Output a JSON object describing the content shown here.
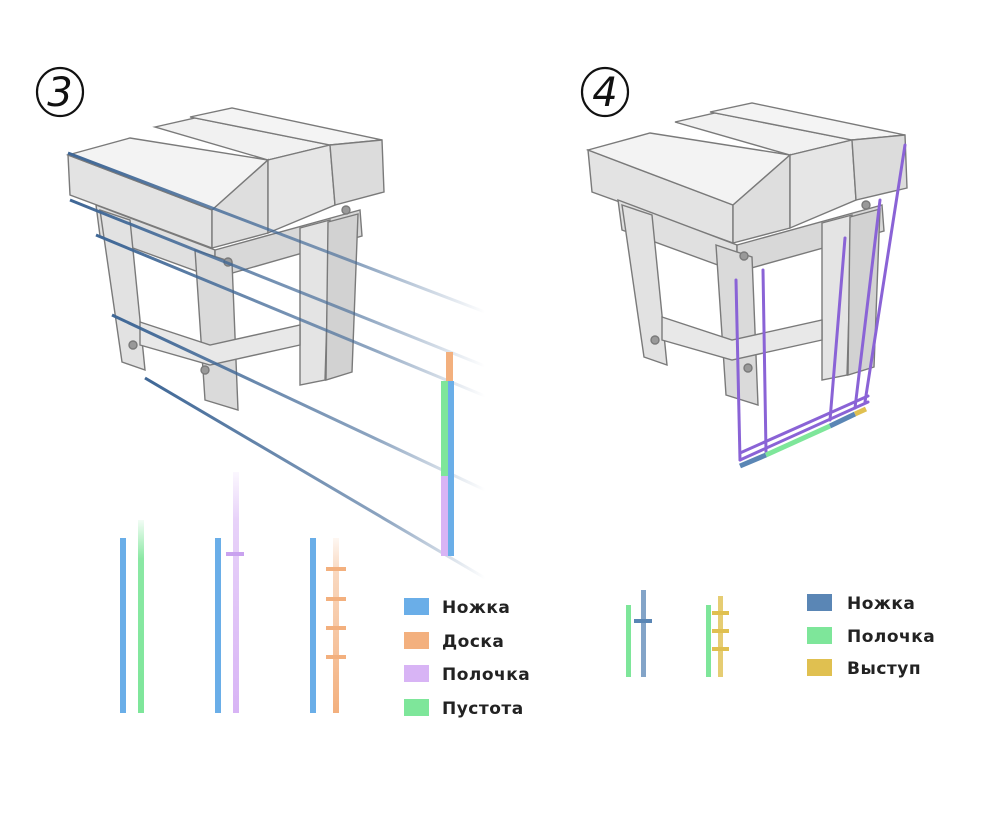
{
  "steps": {
    "step3": {
      "label": "3"
    },
    "step4": {
      "label": "4"
    }
  },
  "legend3": {
    "items": [
      {
        "label": "Ножка",
        "color": "#6aaee8"
      },
      {
        "label": "Доска",
        "color": "#f3b07e"
      },
      {
        "label": "Полочка",
        "color": "#d8b4f5"
      },
      {
        "label": "Пустота",
        "color": "#7ee69a"
      }
    ]
  },
  "legend4": {
    "items": [
      {
        "label": "Ножка",
        "color": "#5a86b5"
      },
      {
        "label": "Полочка",
        "color": "#7ee69a"
      },
      {
        "label": "Выступ",
        "color": "#e0c050"
      }
    ]
  },
  "colors": {
    "guide_line": "#3f6796",
    "purple_line": "#8a63d6",
    "pencil": "#8a8a8a",
    "wood_fill": "#e9e9e9"
  }
}
